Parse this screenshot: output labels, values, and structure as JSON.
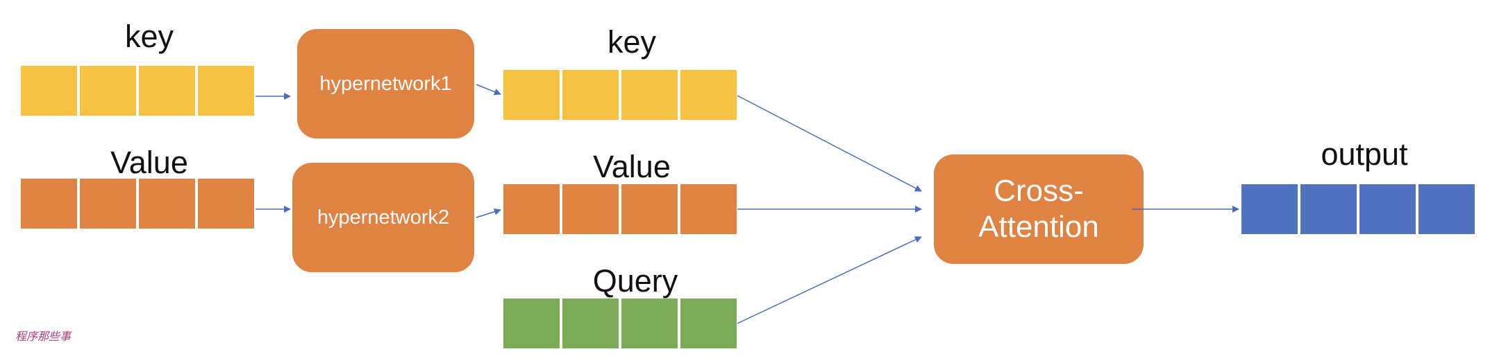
{
  "inputs": {
    "key_label": "key",
    "value_label": "Value"
  },
  "hypernetworks": {
    "first": "hypernetwork1",
    "second": "hypernetwork2"
  },
  "transformed": {
    "key_label": "key",
    "value_label": "Value",
    "query_label": "Query"
  },
  "attention": {
    "label": "Cross-\nAttention"
  },
  "output": {
    "label": "output"
  },
  "watermark": "程序那些事",
  "colors": {
    "key": "#f5c242",
    "value": "#e08241",
    "query": "#7aab55",
    "output": "#4f73bf",
    "block": "#e08241",
    "arrow": "#4a6bbf"
  }
}
